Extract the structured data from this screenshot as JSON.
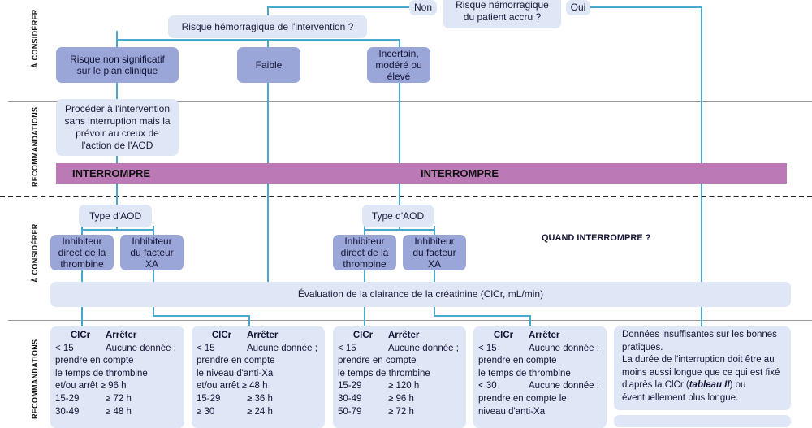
{
  "side_labels": {
    "consider_top": "À CONSIDÉRER",
    "recommend_top": "RECOMMANDATIONS",
    "consider_bottom": "À CONSIDÉRER",
    "recommend_bottom": "RECOMMANDATIONS"
  },
  "top": {
    "non": "Non",
    "oui": "Oui",
    "patient_risk": "Risque hémorragique du patient accru ?",
    "intervention_risk": "Risque hémorragique de l'intervention ?",
    "low_significance": "Risque non significatif sur le plan clinique",
    "faible": "Faible",
    "uncertain": "Incertain, modéré ou élevé",
    "proceed": "Procéder à l'intervention sans interruption mais la prévoir au creux de l'action de l'AOD",
    "interrupt_left": "INTERROMPRE",
    "interrupt_center": "INTERROMPRE"
  },
  "bottom": {
    "aod_type_left": "Type d'AOD",
    "aod_type_right": "Type d'AOD",
    "thrombin_left": "Inhibiteur direct de la thrombine",
    "xa_left": "Inhibiteur du facteur XA",
    "thrombin_right": "Inhibiteur direct de la thrombine",
    "xa_right": "Inhibiteur du facteur XA",
    "when_interrupt": "QUAND INTERROMPRE ?",
    "clcr_eval": "Évaluation de la clairance de la créatinine  (ClCr, mL/min)"
  },
  "recs": [
    {
      "h1": "ClCr",
      "h2": "Arrêter",
      "rows": [
        [
          "< 15",
          "Aucune donnée ;"
        ],
        [
          "prendre en compte",
          ""
        ],
        [
          "le temps de thrombine",
          ""
        ],
        [
          "et/ou arrêt ≥ 96 h",
          ""
        ],
        [
          "15-29",
          "≥ 72 h"
        ],
        [
          "30-49",
          "≥ 48 h"
        ]
      ]
    },
    {
      "h1": "ClCr",
      "h2": "Arrêter",
      "rows": [
        [
          "< 15",
          "Aucune donnée ;"
        ],
        [
          "prendre en compte",
          ""
        ],
        [
          "le niveau d'anti-Xa",
          ""
        ],
        [
          "et/ou arrêt ≥ 48 h",
          ""
        ],
        [
          "15-29",
          "≥ 36 h"
        ],
        [
          "≥ 30",
          "≥ 24 h"
        ]
      ]
    },
    {
      "h1": "ClCr",
      "h2": "Arrêter",
      "rows": [
        [
          "< 15",
          "Aucune donnée ;"
        ],
        [
          "prendre en compte",
          ""
        ],
        [
          "le temps de thrombine",
          ""
        ],
        [
          "15-29",
          "≥ 120 h"
        ],
        [
          "30-49",
          "≥ 96 h"
        ],
        [
          "50-79",
          "≥ 72 h"
        ]
      ]
    },
    {
      "h1": "ClCr",
      "h2": "Arrêter",
      "rows": [
        [
          "< 15",
          "Aucune donnée ;"
        ],
        [
          "prendre en compte",
          ""
        ],
        [
          "le temps de thrombine",
          ""
        ],
        [
          "< 30",
          "Aucune donnée ;"
        ],
        [
          "prendre en compte le",
          ""
        ],
        [
          "niveau d'anti-Xa",
          ""
        ]
      ]
    }
  ],
  "insufficient": {
    "line1": "Données insuffisantes sur les bonnes pratiques.",
    "line2_a": "La durée de l'interruption doit être au moins aussi longue que ce qui est fixé d'après la ClCr (",
    "line2_em": "tableau II",
    "line2_b": ") ou éventuellement plus longue."
  }
}
